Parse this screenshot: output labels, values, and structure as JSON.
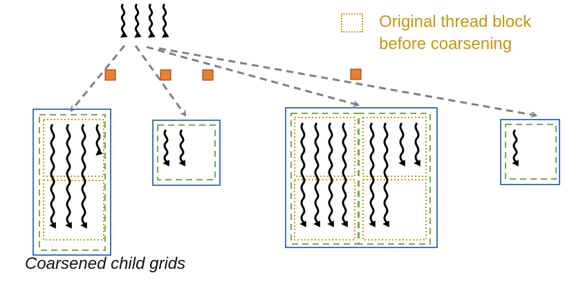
{
  "legend": {
    "line1": "Original thread block",
    "line2": "before coarsening",
    "swatch_color": "#d4a017"
  },
  "caption": "Coarsened child grids",
  "colors": {
    "grid_border": "#4472c4",
    "coarsened_block_border": "#70ad47",
    "original_block_border": "#c8960a",
    "launch_marker": "#ed7d31",
    "launch_arrow": "#808080",
    "thread": "#000000"
  },
  "icons": [
    "thread-icon",
    "launch-marker-icon",
    "dashed-arrow-icon"
  ]
}
